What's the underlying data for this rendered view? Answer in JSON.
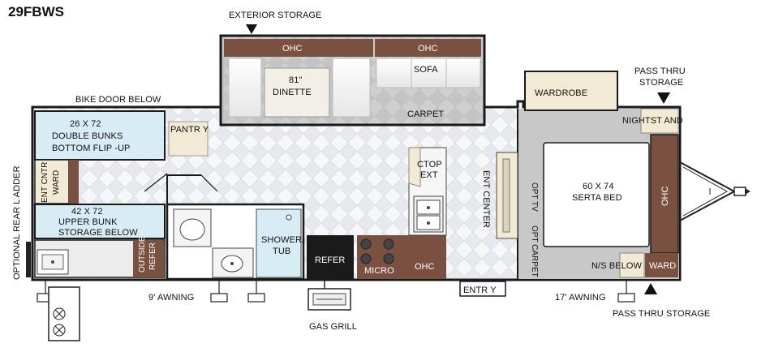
{
  "model": "29FBWS",
  "labels": {
    "exterior_storage": "EXTERIOR  STORAGE",
    "ohc_dinette": "OHC",
    "ohc_sofa": "OHC",
    "dinette_size": "81\"",
    "dinette": "DINETTE",
    "sofa": "SOFA",
    "carpet": "CARPET",
    "bike_door": "BIKE DOOR BELOW",
    "double_bunks_size": "26 X 72",
    "double_bunks": "DOUBLE BUNKS",
    "bottom_flip": "BOTTOM FLIP  -UP",
    "pantry": "PANTR Y",
    "ent_cntr": "ENT CNTR",
    "ward_bunk": "WARD",
    "upper_bunk_size": "42 X 72",
    "upper_bunk": "UPPER BUNK",
    "storage_below": "STORAGE BELOW",
    "outside_refer_1": "OUTSIDE",
    "outside_refer_2": "REFER",
    "optional_ladder": "OPTIONAL  REAR L ADDER",
    "shower_tub": "SHOWER/",
    "tub": "TUB",
    "refer": "REFER",
    "micro": "MICRO",
    "ohc_kitchen": "OHC",
    "ctop": "CTOP",
    "ext": "EXT",
    "ent_center": "ENT CENTER",
    "opt_tv": "OPT TV",
    "opt_carpet": "OPT CARPET",
    "wardrobe": "WARDROBE",
    "pass_thru_top_1": "PASS THRU",
    "pass_thru_top_2": "STORAGE",
    "nightstand": "NIGHTST AND",
    "bed_size": "60 X 74",
    "serta_bed": "SERTA BED",
    "ohc_bedroom": "OHC",
    "ns_below": "N/S BELOW",
    "ward_bedroom": "WARD",
    "entry": "ENTR Y",
    "awning_9": "9' AWNING",
    "awning_17": "17' AWNING",
    "pass_thru_bottom": "PASS THRU  STORAGE",
    "gas_grill": "GAS GRILL"
  },
  "colors": {
    "wall": "#1a1a1a",
    "brown": "#7a5040",
    "cream": "#f2ead4",
    "light_blue": "#d8ecf6",
    "floor": "#f4f6f8",
    "carpet": "#c8c8c8",
    "white": "#ffffff"
  }
}
